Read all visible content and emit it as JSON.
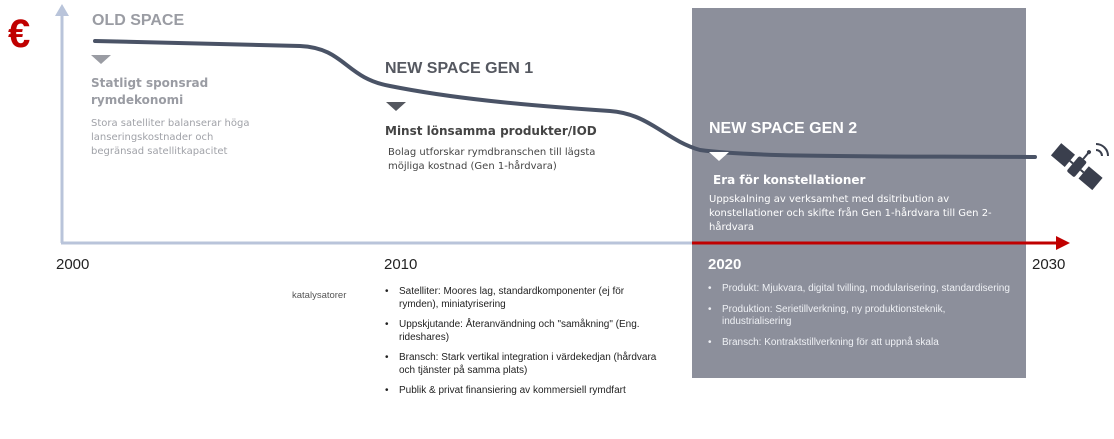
{
  "currency_symbol": "€",
  "colors": {
    "axis": "#b9c4da",
    "curve": "#4a5366",
    "arrow_red": "#c00000",
    "panel": "#8c8f9b"
  },
  "eras": [
    {
      "title": "OLD SPACE",
      "subtitle": "Statligt sponsrad rymdekonomi",
      "description": "Stora satelliter balanserar höga lanseringskostnader och begränsad satellitkapacitet"
    },
    {
      "title": "NEW SPACE GEN 1",
      "subtitle": "Minst lönsamma produkter/IOD",
      "description": "Bolag utforskar rymdbranschen till lägsta möjliga kostnad (Gen 1-hårdvara)"
    },
    {
      "title": "NEW SPACE GEN 2",
      "subtitle": "Era för konstellationer",
      "description": "Uppskalning av verksamhet med dsitribution av konstellationer och skifte från Gen 1-hårdvara till Gen 2-hårdvara"
    }
  ],
  "years": [
    "2000",
    "2010",
    "2020",
    "2030"
  ],
  "catalysts_label": "katalysatorer",
  "catalysts_2010": [
    "Satelliter: Moores lag, standardkomponenter (ej för rymden), miniatyrisering",
    "Uppskjutande: Återanvändning och \"samåkning\" (Eng. rideshares)",
    "Bransch: Stark vertikal integration i värdekedjan (hårdvara och tjänster på samma plats)",
    "Publik & privat finansiering av kommersiell rymdfart"
  ],
  "catalysts_2020": [
    "Produkt: Mjukvara, digital tvilling, modularisering, standardisering",
    "Produktion: Serietillverkning, ny produktionsteknik, industrialisering",
    "Bransch: Kontraktstillverkning för att uppnå skala"
  ],
  "icons": {
    "currency": "euro-icon",
    "satellite": "satellite-icon"
  }
}
